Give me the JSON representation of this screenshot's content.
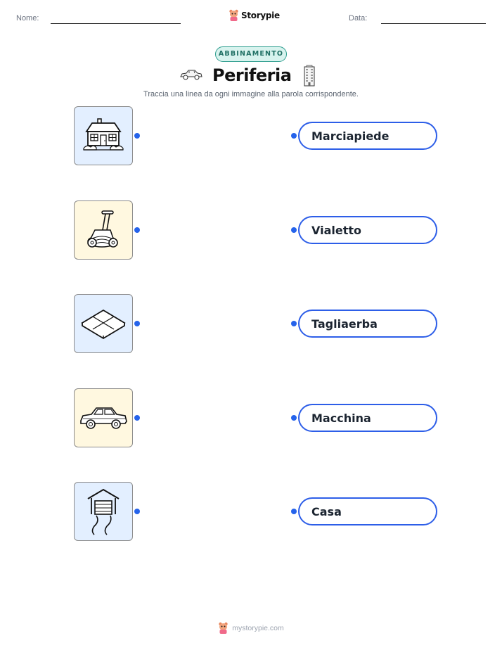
{
  "header": {
    "name_label": "Nome:",
    "date_label": "Data:",
    "brand": "Storypie"
  },
  "badge": "ABBINAMENTO",
  "title": "Periferia",
  "instructions": "Traccia una linea da ogni immagine alla parola corrispondente.",
  "pictures": [
    {
      "icon": "house-icon",
      "bg": "#e3efff"
    },
    {
      "icon": "lawnmower-icon",
      "bg": "#fff8e0"
    },
    {
      "icon": "paving-tile-icon",
      "bg": "#e3efff"
    },
    {
      "icon": "car-icon",
      "bg": "#fff8e0"
    },
    {
      "icon": "garage-driveway-icon",
      "bg": "#e3efff"
    }
  ],
  "words": [
    "Marciapiede",
    "Vialetto",
    "Tagliaerba",
    "Macchina",
    "Casa"
  ],
  "footer": "mystorypie.com",
  "colors": {
    "accent": "#2d5ee8",
    "badge_border": "#2f9e8f"
  }
}
